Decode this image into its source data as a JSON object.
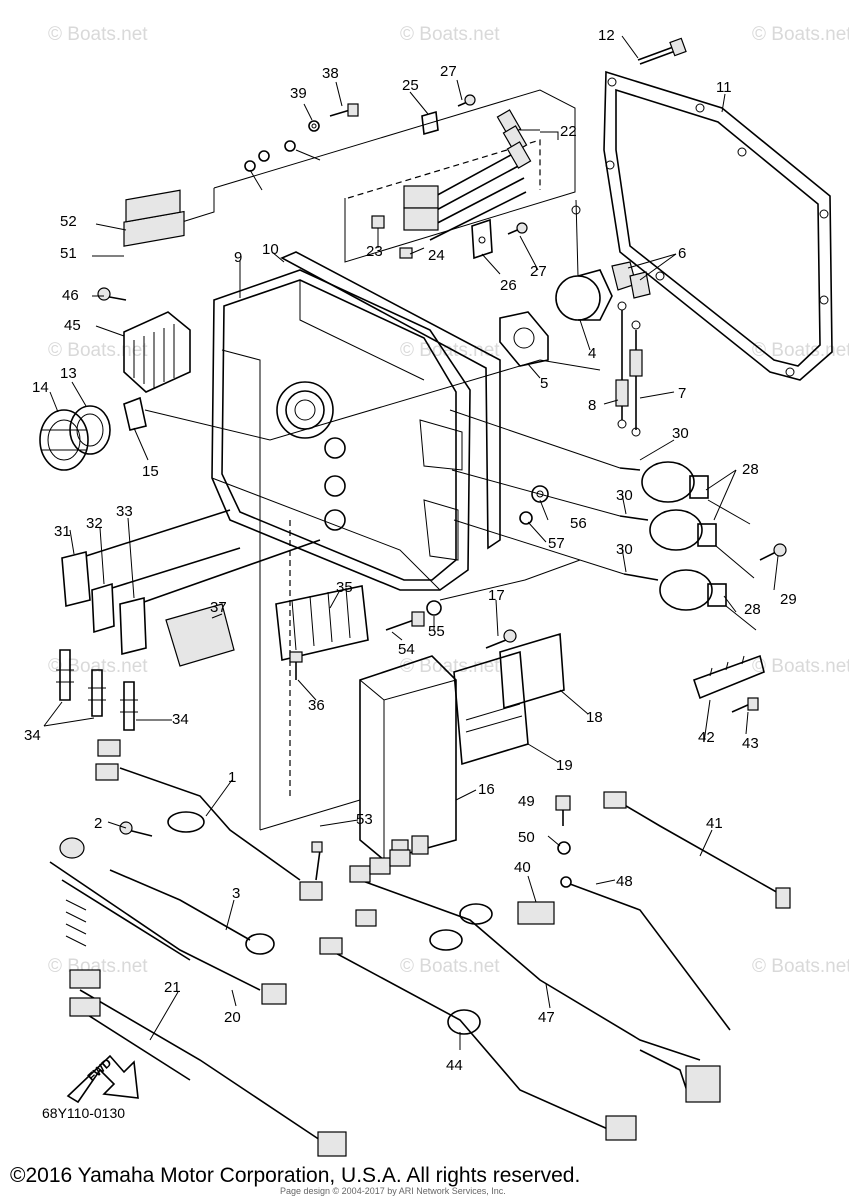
{
  "watermark": "© Boats.net",
  "diagram_code": "68Y110-0130",
  "fwd_label": "FWD",
  "copyright": "©2016 Yamaha Motor Corporation, U.S.A. All rights reserved.",
  "page_design": "Page design © 2004-2017 by ARI Network Services, Inc.",
  "callouts": {
    "c1": "1",
    "c2": "2",
    "c3": "3",
    "c4": "4",
    "c5": "5",
    "c6": "6",
    "c7": "7",
    "c8": "8",
    "c9": "9",
    "c10": "10",
    "c11": "11",
    "c12": "12",
    "c13": "13",
    "c14": "14",
    "c15": "15",
    "c16": "16",
    "c17": "17",
    "c18": "18",
    "c19": "19",
    "c20": "20",
    "c21": "21",
    "c22": "22",
    "c23": "23",
    "c24": "24",
    "c25": "25",
    "c26": "26",
    "c27": "27",
    "c28": "28",
    "c29": "29",
    "c30": "30",
    "c31": "31",
    "c32": "32",
    "c33": "33",
    "c34": "34",
    "c35": "35",
    "c36": "36",
    "c37": "37",
    "c38": "38",
    "c39": "39",
    "c40": "40",
    "c41": "41",
    "c42": "42",
    "c43": "43",
    "c44": "44",
    "c45": "45",
    "c46": "46",
    "c47": "47",
    "c48": "48",
    "c49": "49",
    "c50": "50",
    "c51": "51",
    "c52": "52",
    "c53": "53",
    "c54": "54",
    "c55": "55",
    "c56": "56",
    "c57": "57"
  }
}
